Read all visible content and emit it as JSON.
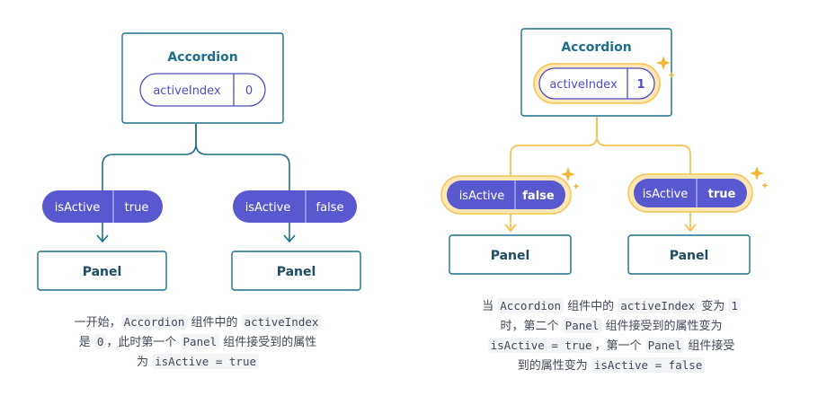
{
  "left": {
    "parent_title": "Accordion",
    "state_name": "activeIndex",
    "state_value": "0",
    "child1": {
      "prop_name": "isActive",
      "prop_value": "true",
      "title": "Panel"
    },
    "child2": {
      "prop_name": "isActive",
      "prop_value": "false",
      "title": "Panel"
    },
    "caption": {
      "l1_a": "一开始，",
      "l1_code1": "Accordion",
      "l1_b": " 组件中的 ",
      "l1_code2": "activeIndex",
      "l2_a": "是 ",
      "l2_code1": "0",
      "l2_b": "，此时第一个 ",
      "l2_code2": "Panel",
      "l2_c": " 组件接受到的属性",
      "l3_a": "为 ",
      "l3_code1": "isActive = true"
    }
  },
  "right": {
    "parent_title": "Accordion",
    "state_name": "activeIndex",
    "state_value": "1",
    "child1": {
      "prop_name": "isActive",
      "prop_value": "false",
      "title": "Panel"
    },
    "child2": {
      "prop_name": "isActive",
      "prop_value": "true",
      "title": "Panel"
    },
    "caption": {
      "l1_a": "当 ",
      "l1_code1": "Accordion",
      "l1_b": " 组件中的 ",
      "l1_code2": "activeIndex",
      "l1_c": " 变为 ",
      "l1_code3": "1",
      "l2_a": "时，第二个 ",
      "l2_code1": "Panel",
      "l2_b": " 组件接受到的属性变为",
      "l3_code1": "isActive = true",
      "l3_a": "，第一个 ",
      "l3_code2": "Panel",
      "l3_b": " 组件接受",
      "l4_a": "到的属性变为 ",
      "l4_code1": "isActive = false"
    }
  },
  "colors": {
    "box_border": "#1d6e8a",
    "state_pill_border": "#4e4bc6",
    "prop_pill_fill": "#5a58cf",
    "highlight": "#f6c353",
    "highlight_soft": "#fde8b5",
    "sparkle": "#f2b531"
  }
}
